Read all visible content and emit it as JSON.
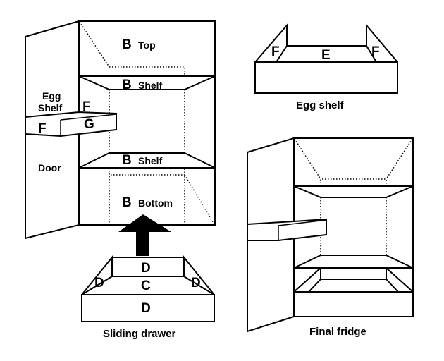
{
  "labels": {
    "b_top": "B",
    "top": "Top",
    "b_shelf_upper": "B",
    "shelf_upper": "Shelf",
    "b_shelf_lower": "B",
    "shelf_lower": "Shelf",
    "b_bottom": "B",
    "bottom": "Bottom",
    "egg_shelf_line1": "Egg",
    "egg_shelf_line2": "Shelf",
    "door": "Door",
    "door_f_left": "F",
    "door_f_right": "F",
    "door_g": "G",
    "drawer_d_back": "D",
    "drawer_d_left": "D",
    "drawer_c": "C",
    "drawer_d_right": "D",
    "drawer_d_front": "D",
    "egg_f_left": "F",
    "egg_e": "E",
    "egg_f_right": "F"
  },
  "captions": {
    "egg_shelf": "Egg shelf",
    "sliding_drawer": "Sliding drawer",
    "final_fridge": "Final fridge"
  }
}
